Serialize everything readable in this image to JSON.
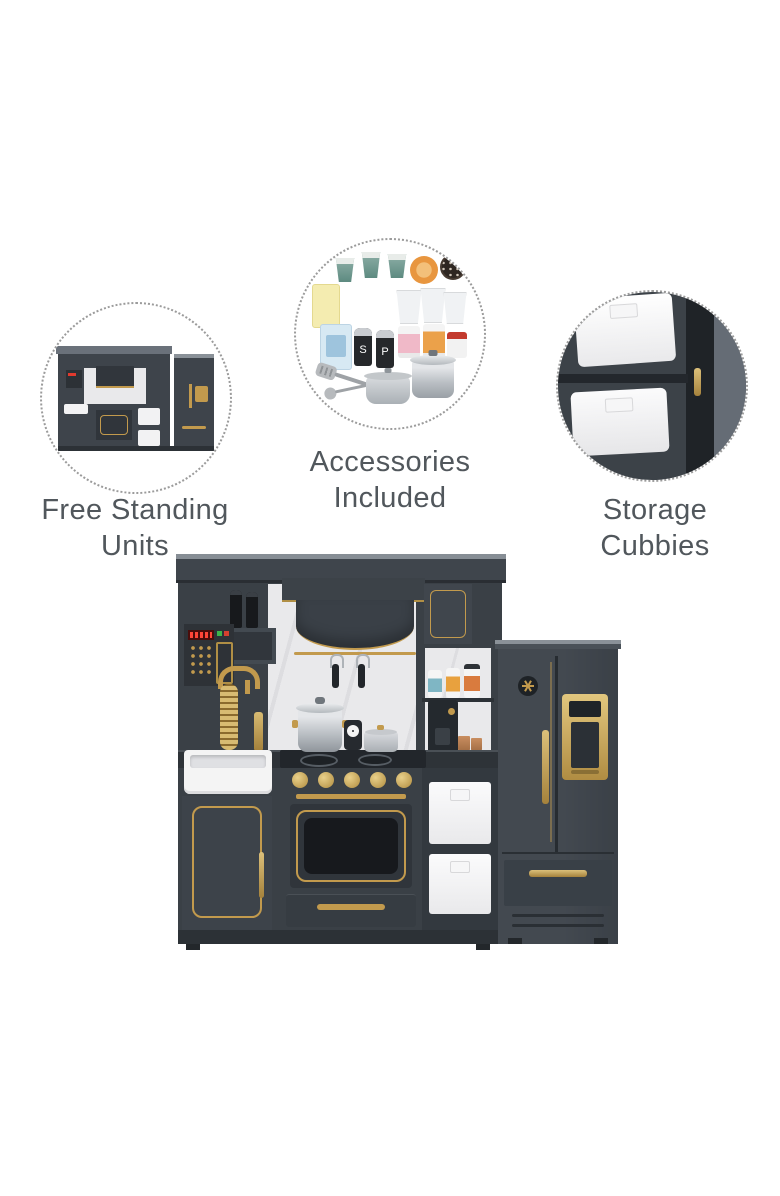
{
  "callouts": [
    {
      "id": "free-standing-units",
      "label": "Free Standing Units"
    },
    {
      "id": "accessories-included",
      "label": "Accessories Included"
    },
    {
      "id": "storage-cubbies",
      "label": "Storage Cubbies"
    }
  ],
  "accessories": {
    "salt_label": "S",
    "pepper_label": "P"
  },
  "colors": {
    "background": "#ffffff",
    "cabinet_charcoal": "#3e444b",
    "panel_dark": "#2e3339",
    "accent_gold": "#c29a4d",
    "marble_white": "#e9e9eb",
    "bin_white": "#f2f2f3",
    "copper_cup": "#b07a50",
    "led_red": "#e03a2e",
    "caption_text": "#51575c",
    "circle_border": "#9b9b9b"
  }
}
